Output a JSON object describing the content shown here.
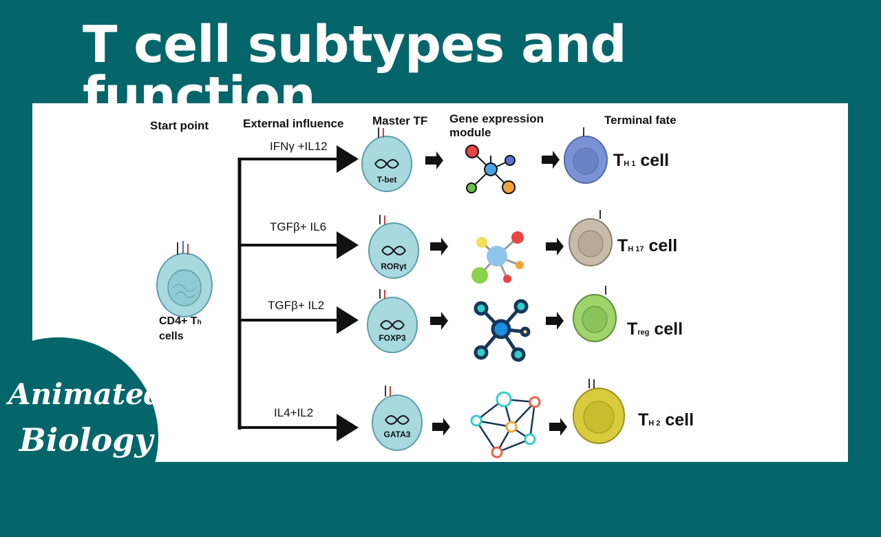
{
  "title": "T cell subtypes and function",
  "headers": {
    "start_point": "Start point",
    "external_influence": "External influence",
    "master_tf": "Master TF",
    "gene_expression": "Gene expression module",
    "terminal_fate": "Terminal fate"
  },
  "start_cell": {
    "label": "CD4+ T",
    "sub": "h",
    "label2": "cells"
  },
  "pathways": [
    {
      "cytokines": "IFNγ +IL12",
      "tf": "T-bet",
      "fate_main": "T",
      "fate_sub": "H 1",
      "fate_suffix": " cell"
    },
    {
      "cytokines": "TGFβ+ IL6",
      "tf": "RORγt",
      "fate_main": "T",
      "fate_sub": "H 17",
      "fate_suffix": " cell"
    },
    {
      "cytokines": "TGFβ+ IL2",
      "tf": "FOXP3",
      "fate_main": "T",
      "fate_sub": "reg",
      "fate_suffix": " cell"
    },
    {
      "cytokines": "IL4+IL2",
      "tf": "GATA3",
      "fate_main": "T",
      "fate_sub": "H 2",
      "fate_suffix": " cell"
    }
  ],
  "colors": {
    "background": "#04666a",
    "tf_cell": "#a8d9df",
    "th1_cell": "#7b93d6",
    "th17_cell": "#c7bba9",
    "treg_cell": "#9fd36c",
    "th2_cell": "#d8cb3c"
  },
  "logo": {
    "line1": "Animated",
    "line2": "Biology"
  }
}
